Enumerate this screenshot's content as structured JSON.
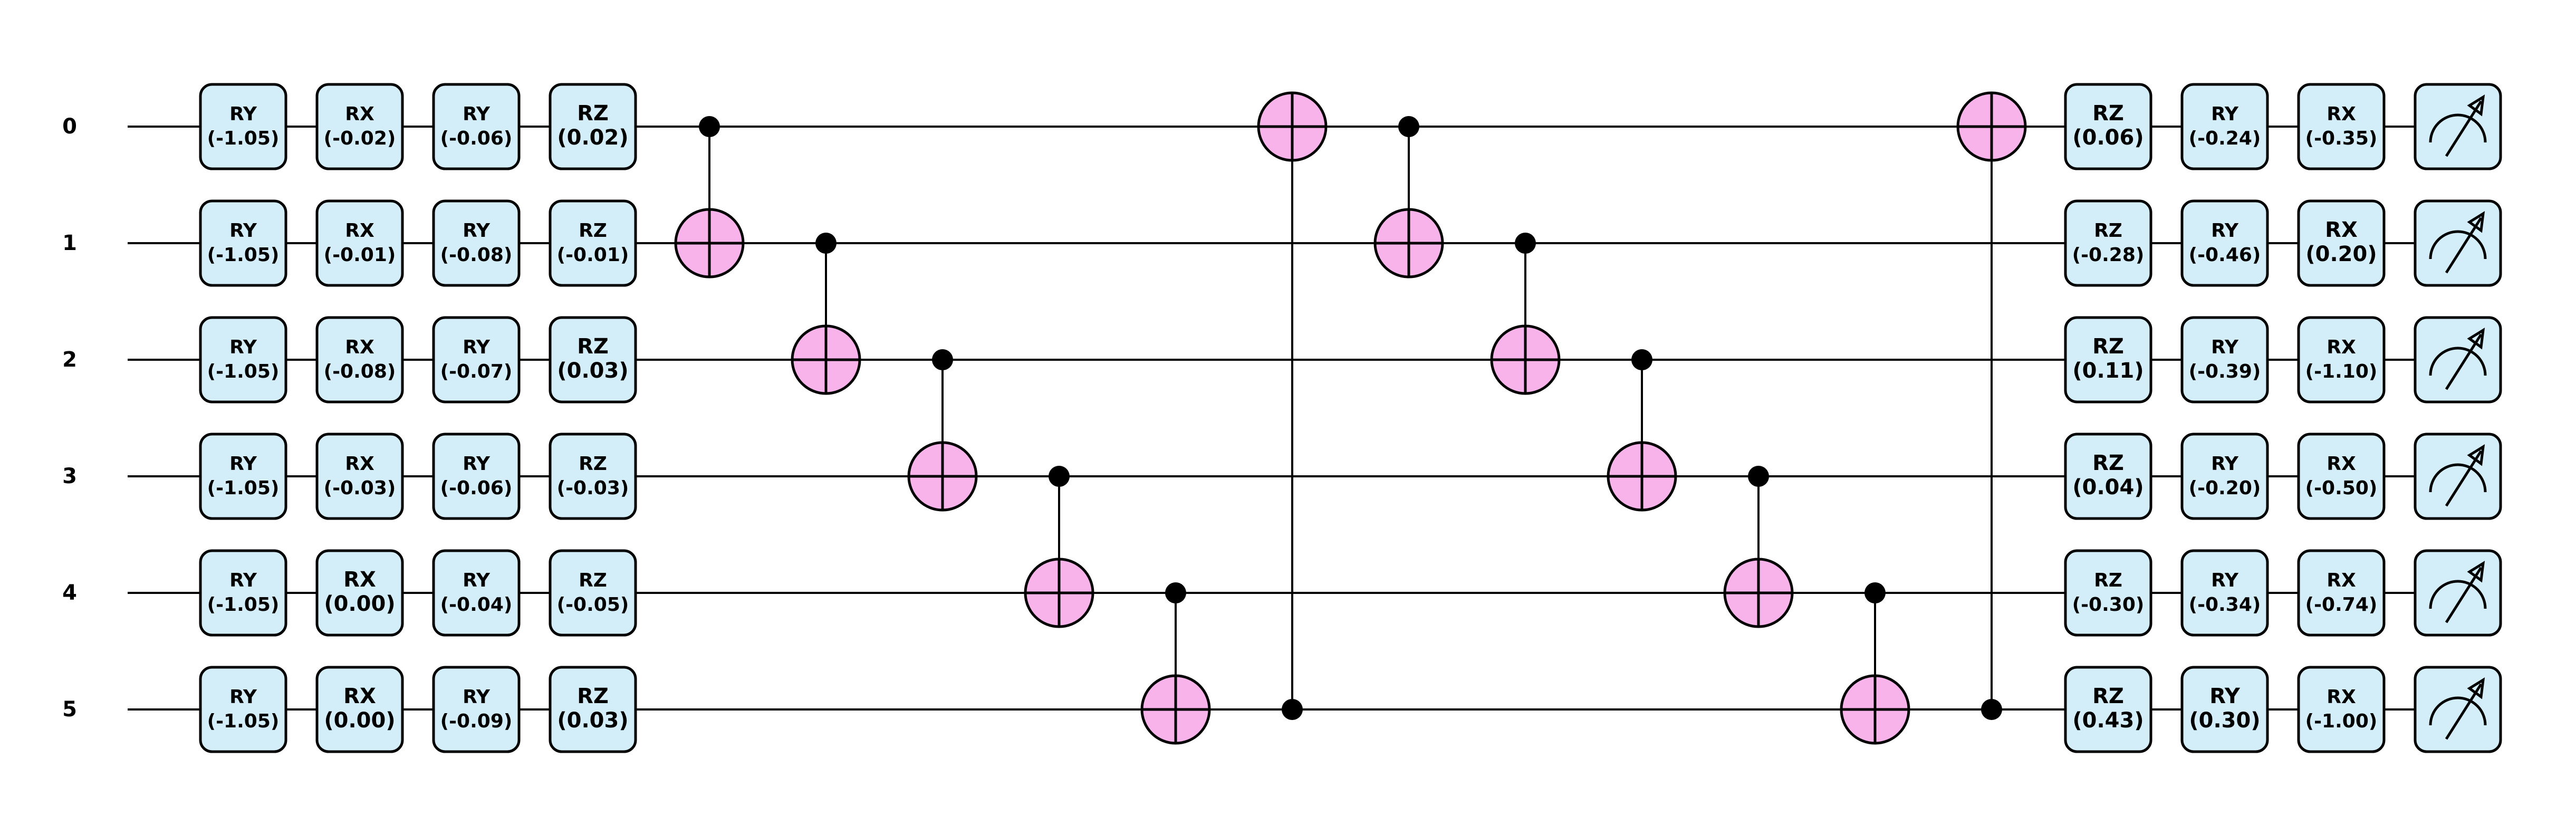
{
  "qubits": [
    "0",
    "1",
    "2",
    "3",
    "4",
    "5"
  ],
  "colors": {
    "rotation_gate_fill": "#d4eef9",
    "cnot_target_fill": "#f8b4ea",
    "wire": "#000000"
  },
  "layers": [
    {
      "kind": "rotation",
      "gates": [
        {
          "name": "RY",
          "param": "(-1.05)"
        },
        {
          "name": "RY",
          "param": "(-1.05)"
        },
        {
          "name": "RY",
          "param": "(-1.05)"
        },
        {
          "name": "RY",
          "param": "(-1.05)"
        },
        {
          "name": "RY",
          "param": "(-1.05)"
        },
        {
          "name": "RY",
          "param": "(-1.05)"
        }
      ]
    },
    {
      "kind": "rotation",
      "gates": [
        {
          "name": "RX",
          "param": "(-0.02)"
        },
        {
          "name": "RX",
          "param": "(-0.01)"
        },
        {
          "name": "RX",
          "param": "(-0.08)"
        },
        {
          "name": "RX",
          "param": "(-0.03)"
        },
        {
          "name": "RX",
          "param": "(0.00)"
        },
        {
          "name": "RX",
          "param": "(0.00)"
        }
      ]
    },
    {
      "kind": "rotation",
      "gates": [
        {
          "name": "RY",
          "param": "(-0.06)"
        },
        {
          "name": "RY",
          "param": "(-0.08)"
        },
        {
          "name": "RY",
          "param": "(-0.07)"
        },
        {
          "name": "RY",
          "param": "(-0.06)"
        },
        {
          "name": "RY",
          "param": "(-0.04)"
        },
        {
          "name": "RY",
          "param": "(-0.09)"
        }
      ]
    },
    {
      "kind": "rotation",
      "gates": [
        {
          "name": "RZ",
          "param": "(0.02)"
        },
        {
          "name": "RZ",
          "param": "(-0.01)"
        },
        {
          "name": "RZ",
          "param": "(0.03)"
        },
        {
          "name": "RZ",
          "param": "(-0.03)"
        },
        {
          "name": "RZ",
          "param": "(-0.05)"
        },
        {
          "name": "RZ",
          "param": "(0.03)"
        }
      ]
    },
    {
      "kind": "cnot",
      "control": 0,
      "target": 1
    },
    {
      "kind": "cnot",
      "control": 1,
      "target": 2
    },
    {
      "kind": "cnot",
      "control": 2,
      "target": 3
    },
    {
      "kind": "cnot",
      "control": 3,
      "target": 4
    },
    {
      "kind": "cnot",
      "control": 4,
      "target": 5
    },
    {
      "kind": "cnot",
      "control": 5,
      "target": 0
    },
    {
      "kind": "cnot",
      "control": 0,
      "target": 1
    },
    {
      "kind": "cnot",
      "control": 1,
      "target": 2
    },
    {
      "kind": "cnot",
      "control": 2,
      "target": 3
    },
    {
      "kind": "cnot",
      "control": 3,
      "target": 4
    },
    {
      "kind": "cnot",
      "control": 4,
      "target": 5
    },
    {
      "kind": "cnot",
      "control": 5,
      "target": 0
    },
    {
      "kind": "rotation",
      "gates": [
        {
          "name": "RZ",
          "param": "(0.06)"
        },
        {
          "name": "RZ",
          "param": "(-0.28)"
        },
        {
          "name": "RZ",
          "param": "(0.11)"
        },
        {
          "name": "RZ",
          "param": "(0.04)"
        },
        {
          "name": "RZ",
          "param": "(-0.30)"
        },
        {
          "name": "RZ",
          "param": "(0.43)"
        }
      ]
    },
    {
      "kind": "rotation",
      "gates": [
        {
          "name": "RY",
          "param": "(-0.24)"
        },
        {
          "name": "RY",
          "param": "(-0.46)"
        },
        {
          "name": "RY",
          "param": "(-0.39)"
        },
        {
          "name": "RY",
          "param": "(-0.20)"
        },
        {
          "name": "RY",
          "param": "(-0.34)"
        },
        {
          "name": "RY",
          "param": "(0.30)"
        }
      ]
    },
    {
      "kind": "rotation",
      "gates": [
        {
          "name": "RX",
          "param": "(-0.35)"
        },
        {
          "name": "RX",
          "param": "(0.20)"
        },
        {
          "name": "RX",
          "param": "(-1.10)"
        },
        {
          "name": "RX",
          "param": "(-0.50)"
        },
        {
          "name": "RX",
          "param": "(-0.74)"
        },
        {
          "name": "RX",
          "param": "(-1.00)"
        }
      ]
    },
    {
      "kind": "measure"
    }
  ]
}
